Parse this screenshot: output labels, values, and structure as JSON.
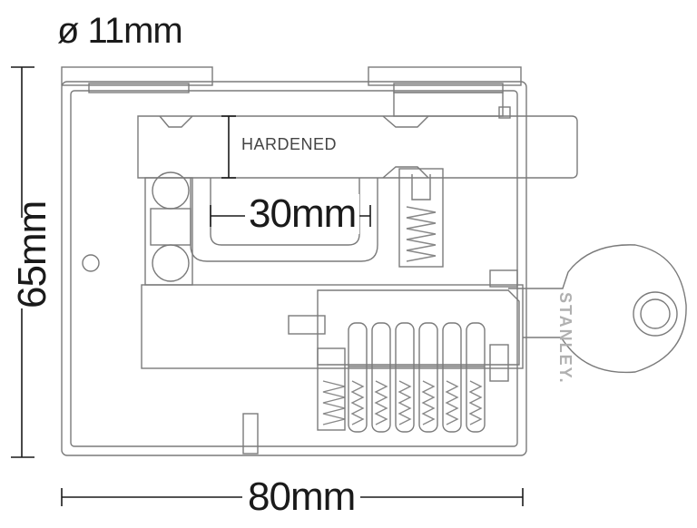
{
  "labels": {
    "diameter": "ø 11mm",
    "width": "80mm",
    "height": "65mm",
    "clearance": "30mm",
    "shackle_marking": "HARDENED",
    "key_brand": "STANLEY."
  },
  "colors": {
    "line": "#777777",
    "dark": "#1a1a1a"
  }
}
